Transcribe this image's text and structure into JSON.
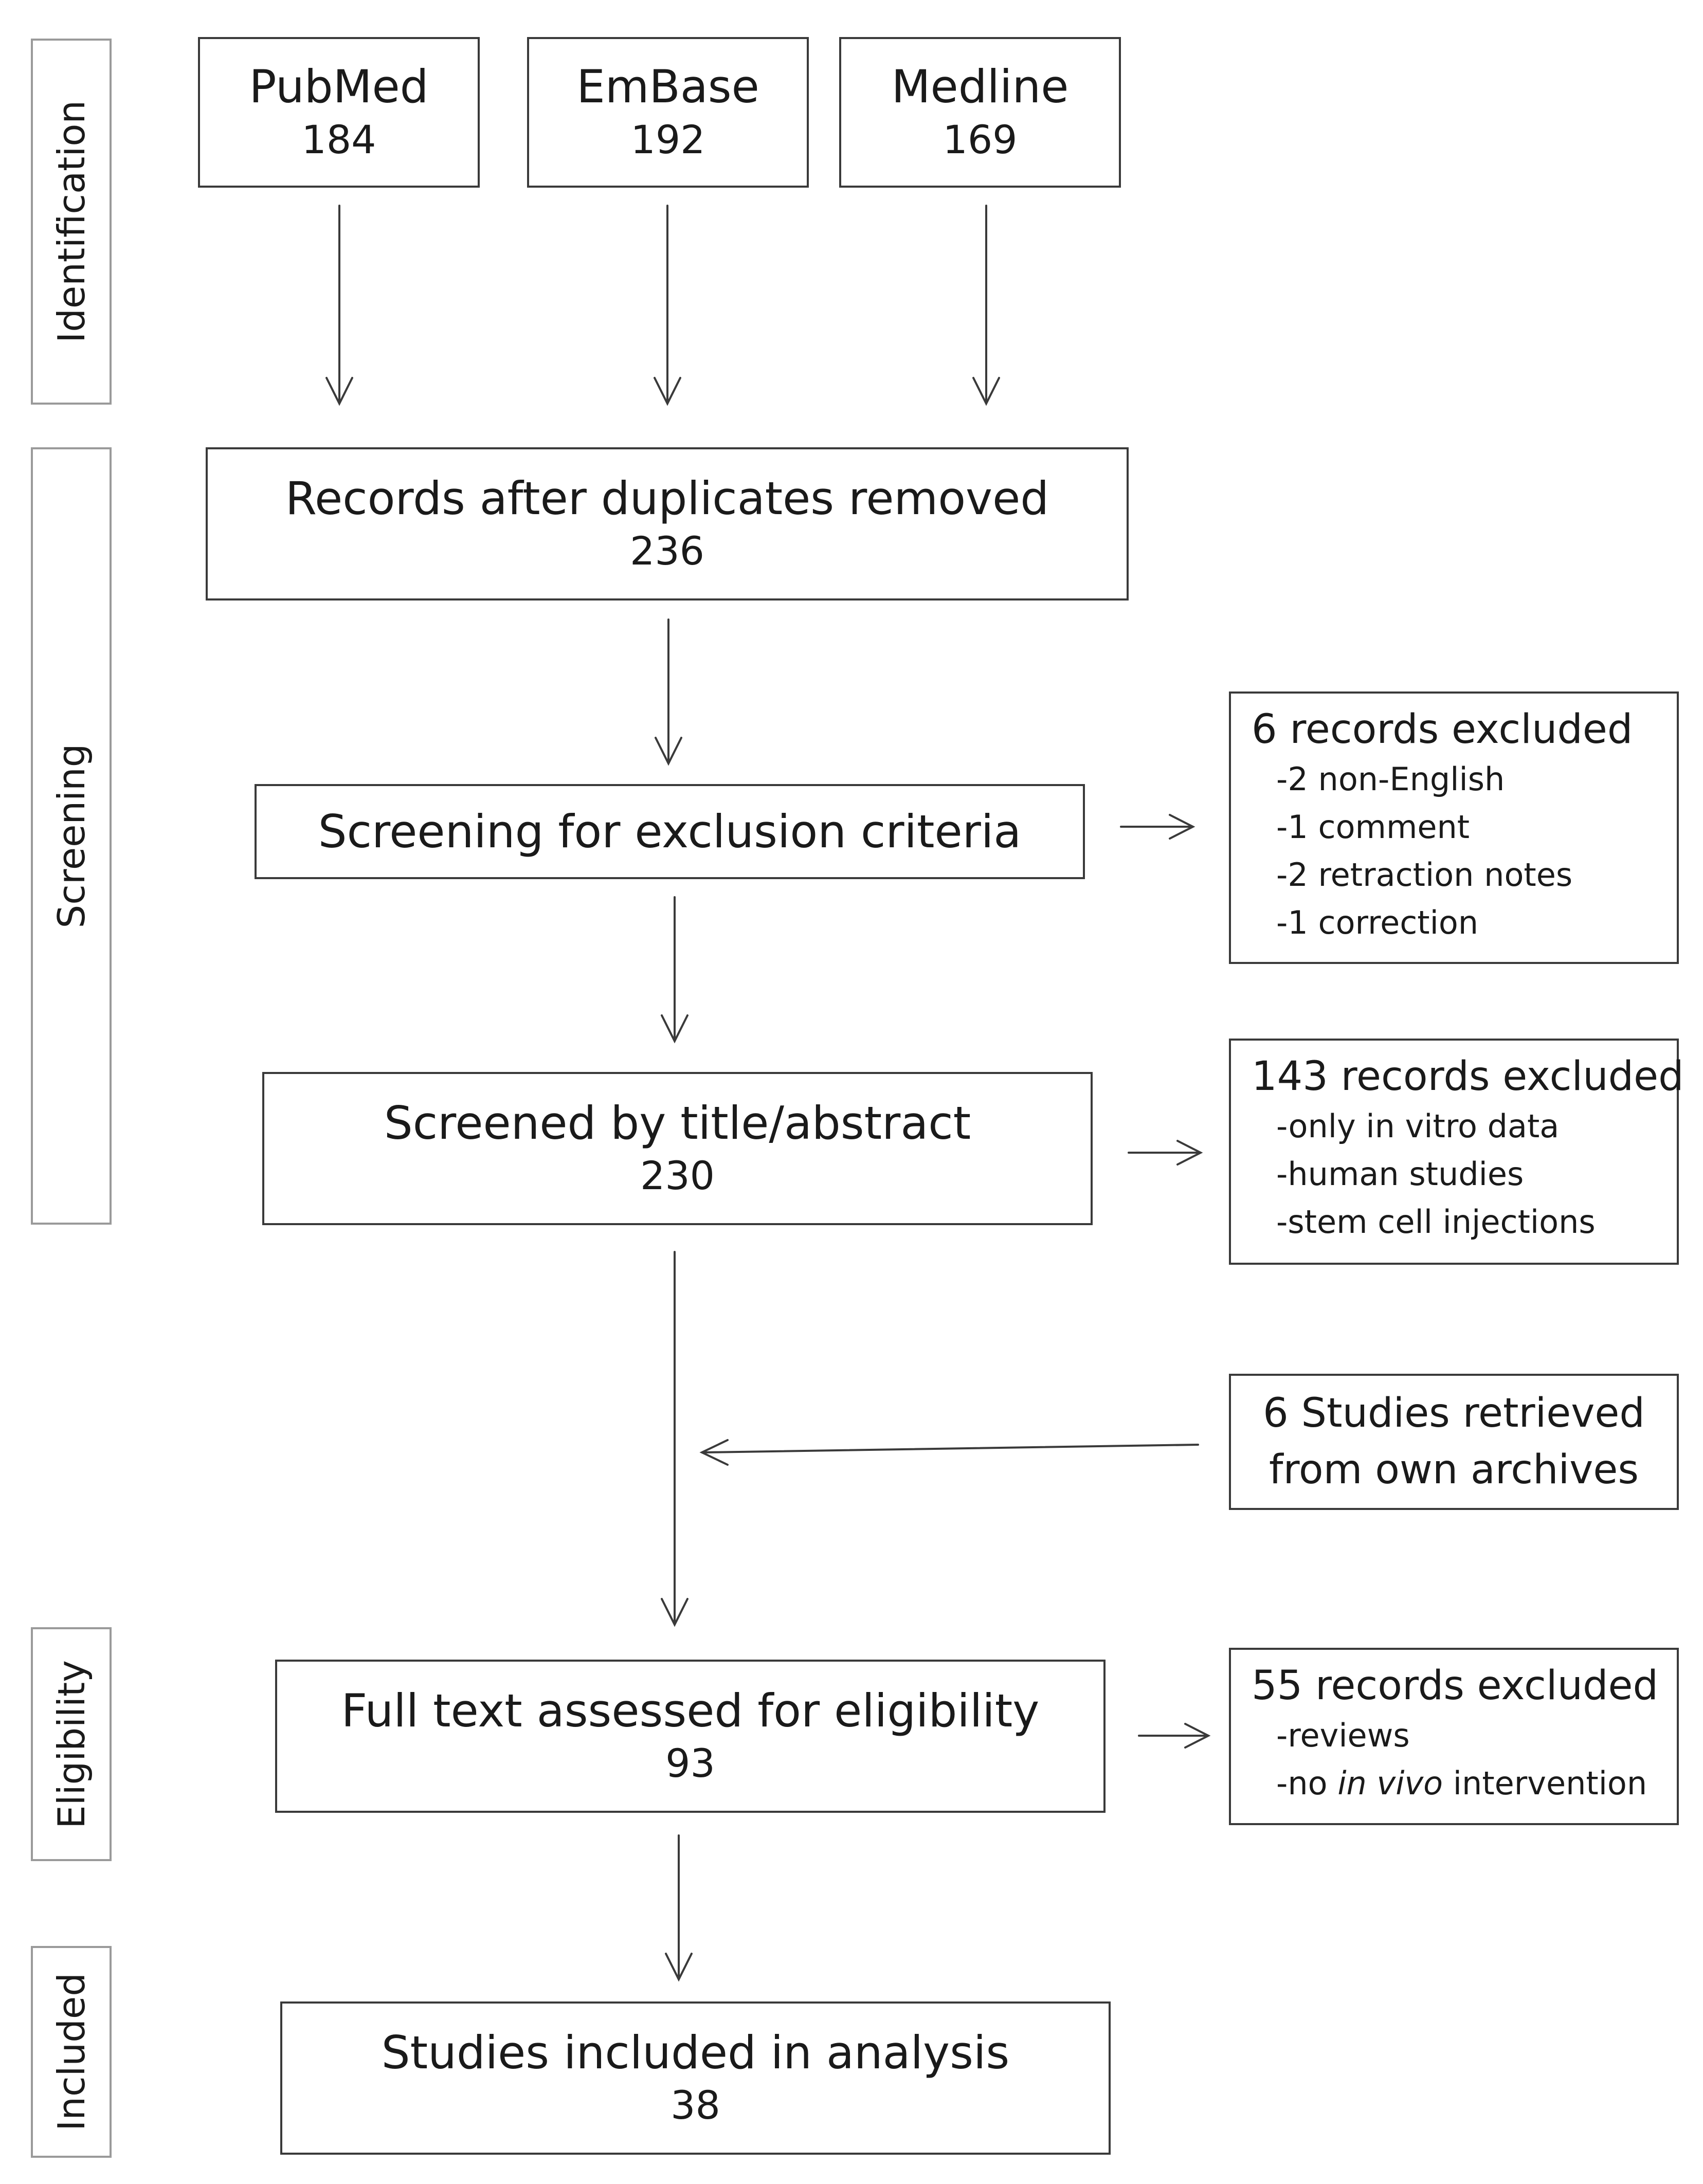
{
  "stages": {
    "identification": "Identification",
    "screening": "Screening",
    "eligibility": "Eligibility",
    "included": "Included"
  },
  "sources": [
    {
      "name": "PubMed",
      "count": "184"
    },
    {
      "name": "EmBase",
      "count": "192"
    },
    {
      "name": "Medline",
      "count": "169"
    }
  ],
  "records_after_duplicates": {
    "label": "Records after duplicates removed",
    "count": "236"
  },
  "screening_exclusion": {
    "label": "Screening for exclusion criteria"
  },
  "screened_title_abstract": {
    "label": "Screened by title/abstract",
    "count": "230"
  },
  "full_text": {
    "label": "Full text assessed for eligibility",
    "count": "93"
  },
  "included_studies": {
    "label": "Studies included in analysis",
    "count": "38"
  },
  "excluded_6": {
    "heading": "6 records excluded",
    "items": [
      "-2 non-English",
      "-1 comment",
      "-2 retraction notes",
      "-1 correction"
    ]
  },
  "excluded_143": {
    "heading": "143 records excluded",
    "items": [
      "-only in vitro data",
      "-human studies",
      "-stem cell injections"
    ]
  },
  "archives": {
    "line1": "6 Studies retrieved",
    "line2": "from own archives"
  },
  "excluded_55": {
    "heading": "55 records excluded",
    "items": [
      "-reviews"
    ],
    "last_item": {
      "prefix": "-no ",
      "italic": "in vivo",
      "suffix": " intervention"
    }
  }
}
